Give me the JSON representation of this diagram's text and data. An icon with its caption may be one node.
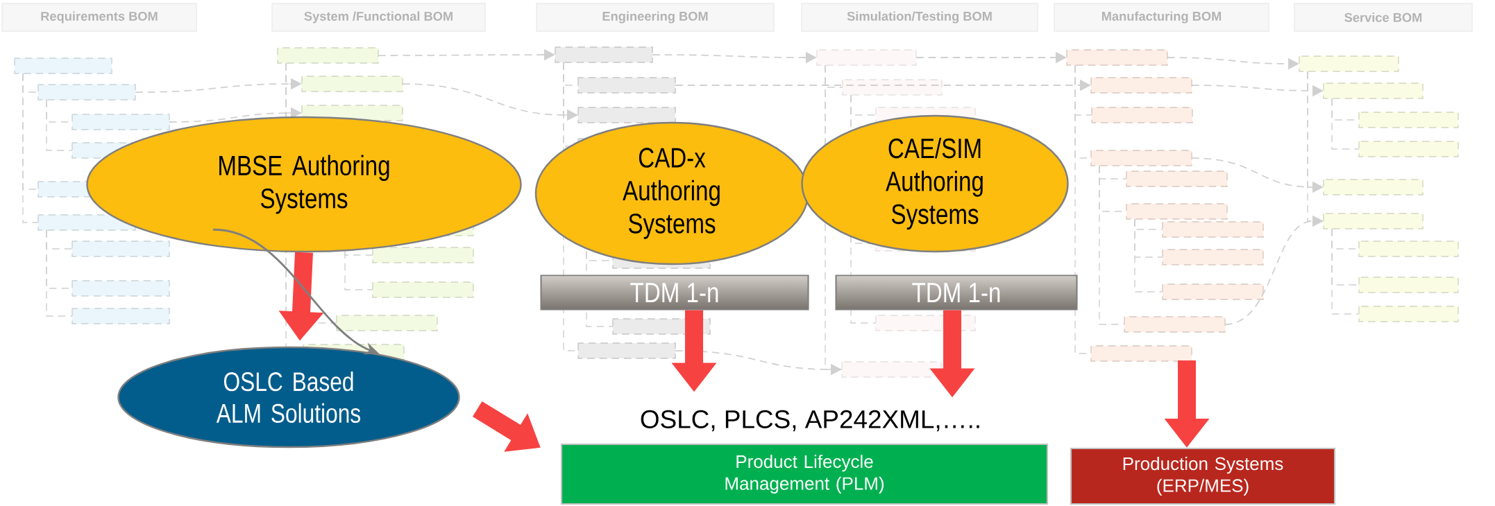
{
  "diagram": {
    "nodes": [
      {
        "text": [
          "MBSE Authoring Systems"
        ]
      },
      {
        "text": [
          "CAD-x Authoring Systems"
        ]
      },
      {
        "text": [
          "CAE/SIM Authoring Systems"
        ]
      },
      {
        "text": [
          "TDM 1-n"
        ]
      },
      {
        "text": [
          "TDM 1-n"
        ]
      },
      {
        "text": [
          "OSLC Based ALM Solutions"
        ]
      },
      {
        "text": [
          "OSLC, PLCS, AP242XML,….."
        ]
      },
      {
        "text": [
          "Product Lifecycle Management (PLM)"
        ]
      },
      {
        "text": [
          "Production Systems (ERP/MES)"
        ]
      }
    ],
    "edges": [
      {
        "from": 0,
        "to": 5,
        "arrow": "to"
      },
      {
        "from": 0,
        "to": 5,
        "arrow": "to",
        "color": "#7f7f7f"
      },
      {
        "from": 5,
        "to": 7,
        "arrow": "to"
      },
      {
        "from": 3,
        "to": 6,
        "arrow": "to"
      },
      {
        "from": 4,
        "to": 6,
        "arrow": "to"
      },
      {
        "from": null,
        "to": 8,
        "arrow": "to"
      }
    ],
    "labels": [
      "Requirements BOM",
      "System /Functional BOM",
      "Engineering BOM",
      "Simulation/Testing BOM",
      "Manufacturing BOM",
      "Service BOM"
    ]
  }
}
